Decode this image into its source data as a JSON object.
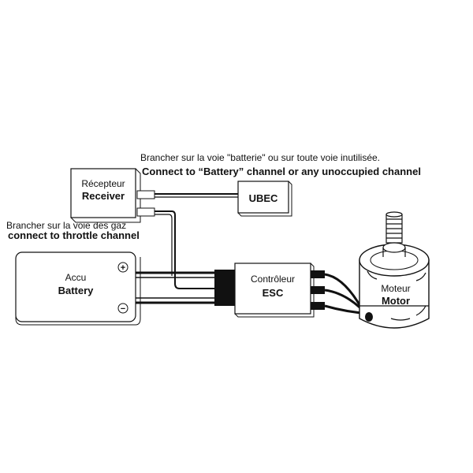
{
  "annotations": {
    "ubec_fr": "Brancher sur la voie \"batterie\" ou sur toute voie inutilisée.",
    "ubec_en": "Connect to “Battery” channel or any unoccupied channel",
    "throttle_fr": "Brancher sur la voie des gaz",
    "throttle_en": "connect to throttle channel"
  },
  "components": {
    "receiver": {
      "fr": "Récepteur",
      "en": "Receiver"
    },
    "ubec": {
      "label": "UBEC"
    },
    "battery": {
      "fr": "Accu",
      "en": "Battery",
      "plus": "+",
      "minus": "−"
    },
    "esc": {
      "fr": "Contrôleur",
      "en": "ESC"
    },
    "motor": {
      "fr": "Moteur",
      "en": "Motor"
    }
  }
}
